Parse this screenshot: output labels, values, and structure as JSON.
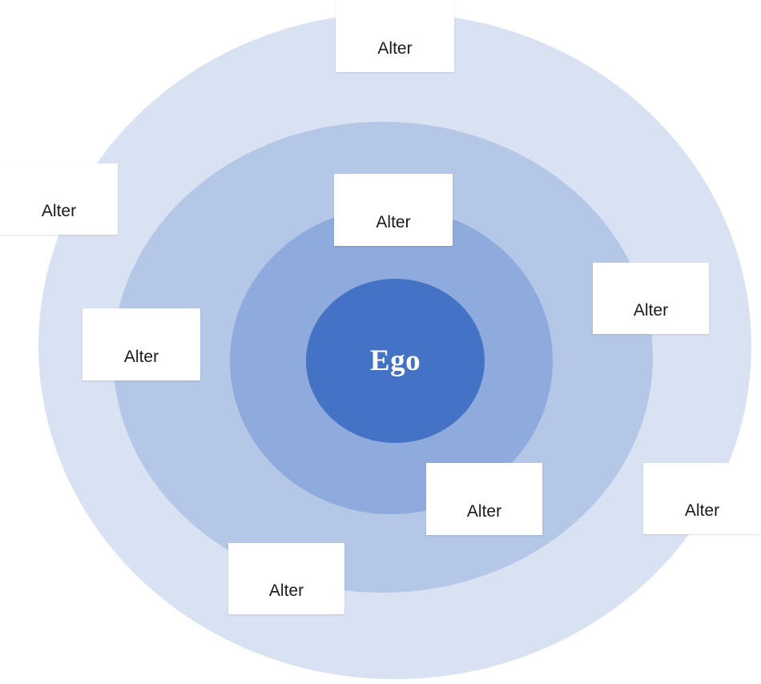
{
  "diagram": {
    "type": "ego-network-concentric-circles",
    "background_color": "#ffffff",
    "center": {
      "label": "Ego",
      "color": "#4472c4",
      "text_color": "#ffffff"
    },
    "rings": [
      {
        "name": "outer-ring",
        "color": "#d9e2f3"
      },
      {
        "name": "middle-ring",
        "color": "#b4c7e7"
      },
      {
        "name": "inner-ring",
        "color": "#8faadc"
      }
    ],
    "alters": [
      {
        "label": "Alter",
        "position": "top-outer"
      },
      {
        "label": "Alter",
        "position": "upper-left-outer"
      },
      {
        "label": "Alter",
        "position": "left-middle"
      },
      {
        "label": "Alter",
        "position": "inner-top"
      },
      {
        "label": "Alter",
        "position": "right-middle"
      },
      {
        "label": "Alter",
        "position": "far-right-outer"
      },
      {
        "label": "Alter",
        "position": "bottom-center"
      },
      {
        "label": "Alter",
        "position": "bottom-left"
      }
    ],
    "alter_box_color": "#ffffff",
    "alter_text_color": "#1a1a1a"
  }
}
